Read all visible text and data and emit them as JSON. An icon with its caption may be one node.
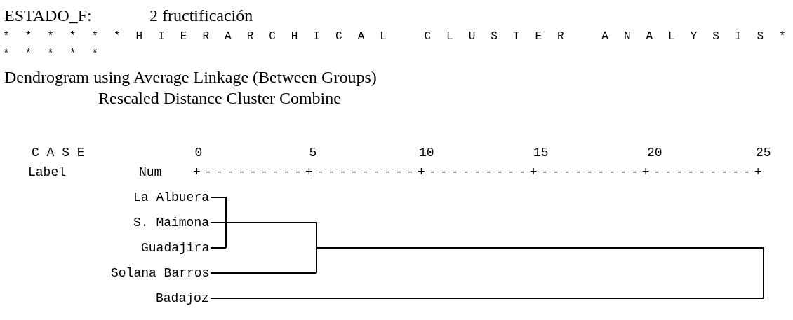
{
  "diagram": {
    "labels": [
      "ESTADO_F:",
      "2 fructificación",
      "* * * * * * H I E R A R C H I C A L   C L U S T E R   A N A L Y S I S * * * * * *",
      "Dendrogram using Average Linkage (Between Groups)",
      "Rescaled Distance Cluster Combine",
      "C A S E",
      "0",
      "5",
      "10",
      "15",
      "20",
      "25",
      "Label",
      "Num",
      "+---------+---------+---------+---------+---------+",
      "La Albuera",
      "S. Maimona",
      "Guadajira",
      "Solana Barros",
      "Badajoz"
    ]
  }
}
